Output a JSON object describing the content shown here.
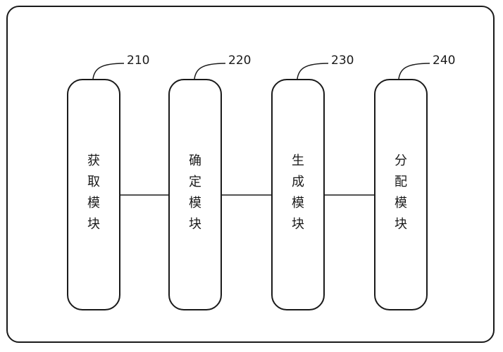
{
  "diagram": {
    "modules": [
      {
        "ref": "210",
        "label": "获取模块"
      },
      {
        "ref": "220",
        "label": "确定模块"
      },
      {
        "ref": "230",
        "label": "生成模块"
      },
      {
        "ref": "240",
        "label": "分配模块"
      }
    ]
  }
}
